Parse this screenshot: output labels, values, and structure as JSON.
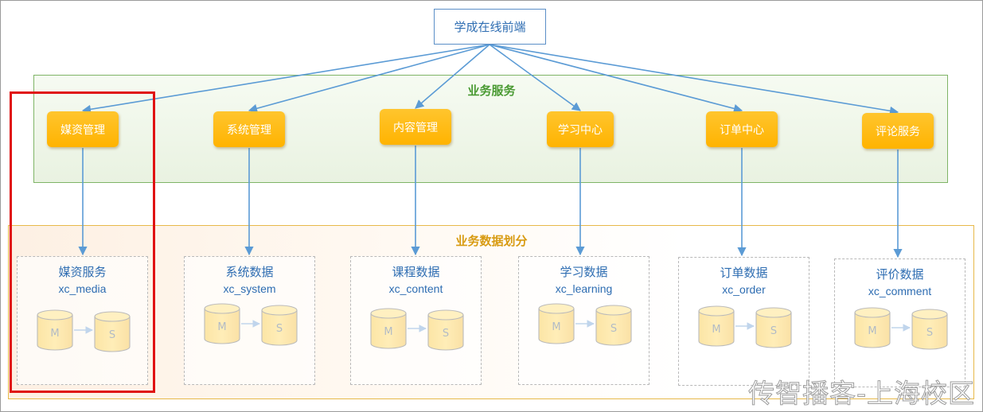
{
  "frontend": {
    "label": "学成在线前端"
  },
  "services_group": {
    "title": "业务服务"
  },
  "data_group": {
    "title": "业务数据划分"
  },
  "services": [
    {
      "label": "媒资管理"
    },
    {
      "label": "系统管理"
    },
    {
      "label": "内容管理"
    },
    {
      "label": "学习中心"
    },
    {
      "label": "订单中心"
    },
    {
      "label": "评论服务"
    }
  ],
  "databases": [
    {
      "name": "媒资服务",
      "id": "xc_media",
      "master": "M",
      "slave": "S"
    },
    {
      "name": "系统数据",
      "id": "xc_system",
      "master": "M",
      "slave": "S"
    },
    {
      "name": "课程数据",
      "id": "xc_content",
      "master": "M",
      "slave": "S"
    },
    {
      "name": "学习数据",
      "id": "xc_learning",
      "master": "M",
      "slave": "S"
    },
    {
      "name": "订单数据",
      "id": "xc_order",
      "master": "M",
      "slave": "S"
    },
    {
      "name": "评价数据",
      "id": "xc_comment",
      "master": "M",
      "slave": "S"
    }
  ],
  "colors": {
    "service_fill": "#ffb300",
    "connector": "#5b9bd5",
    "highlight": "#e01212",
    "services_border": "#7fb466",
    "data_border": "#e7b94a"
  },
  "watermark": "传智播客-上海校区"
}
